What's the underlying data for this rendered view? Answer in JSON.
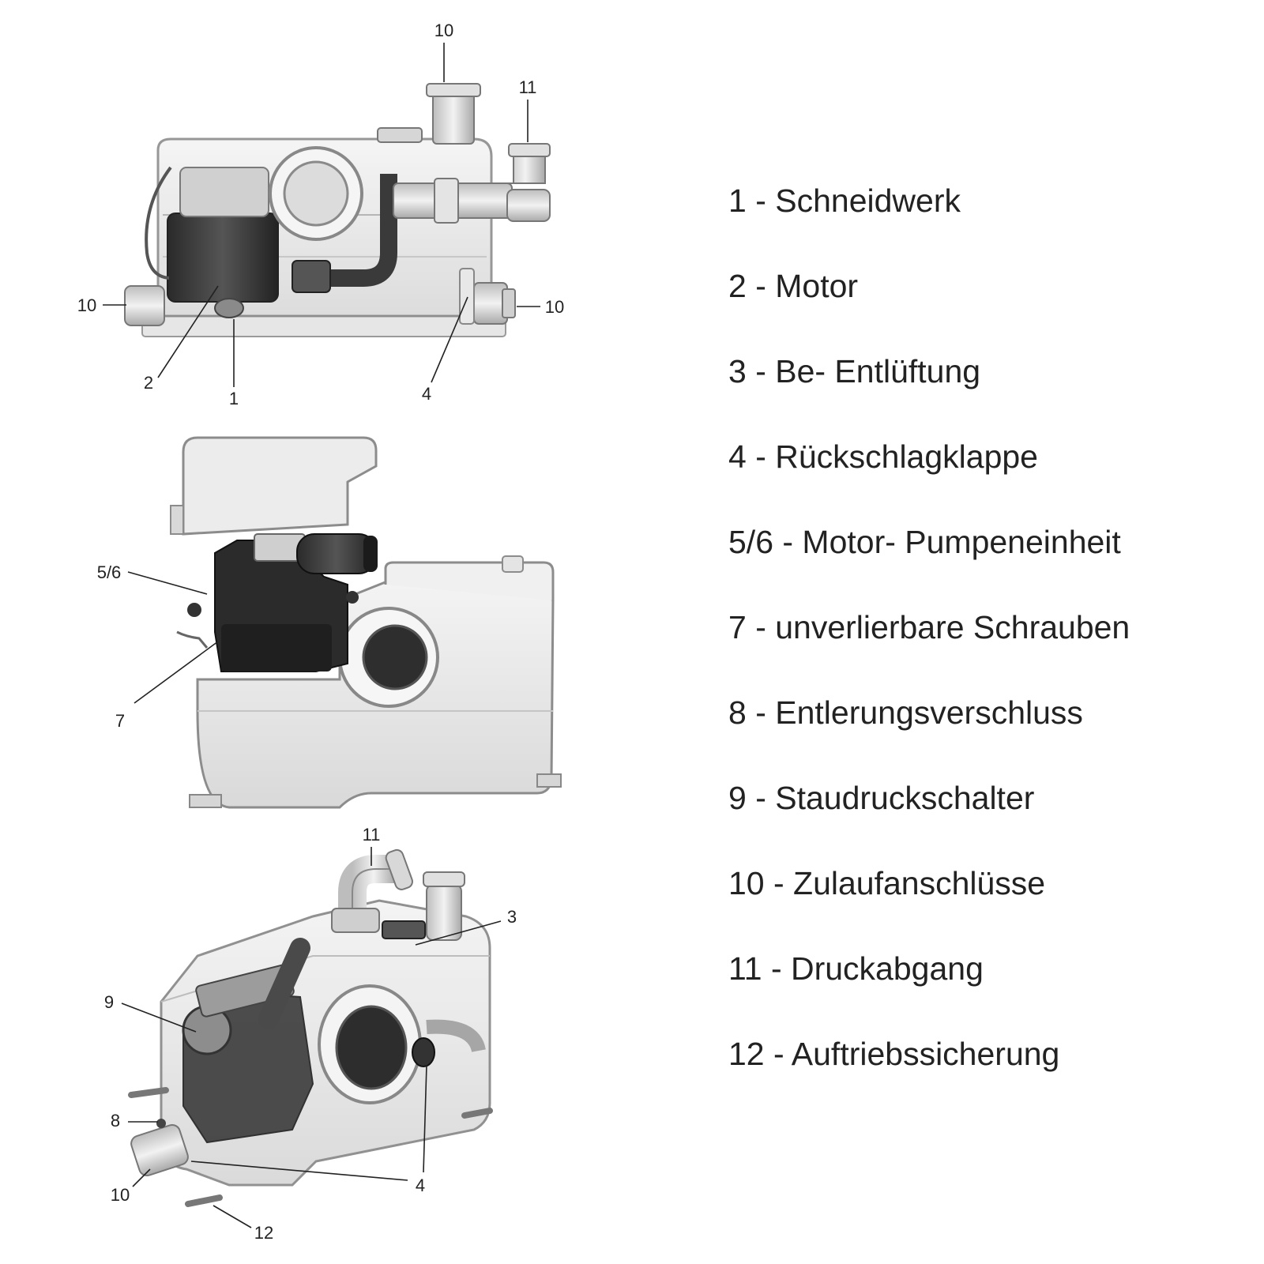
{
  "callouts": {
    "top": {
      "c10_top": "10",
      "c11_top": "11",
      "c10_left": "10",
      "c10_right": "10",
      "c2": "2",
      "c1": "1",
      "c4": "4"
    },
    "middle": {
      "c56": "5/6",
      "c7": "7"
    },
    "bottom": {
      "c11": "11",
      "c3": "3",
      "c9": "9",
      "c8": "8",
      "c10": "10",
      "c4": "4",
      "c12": "12"
    }
  },
  "legend": [
    "1 - Schneidwerk",
    "2 - Motor",
    "3 - Be- Entlüftung",
    "4 - Rückschlagklappe",
    "5/6 - Motor- Pumpeneinheit",
    "7 - unverlierbare Schrauben",
    "8 - Entlerungsverschluss",
    "9 - Staudruckschalter",
    "10 - Zulaufanschlüsse",
    "11 - Druckabgang",
    "12 - Auftriebssicherung"
  ]
}
